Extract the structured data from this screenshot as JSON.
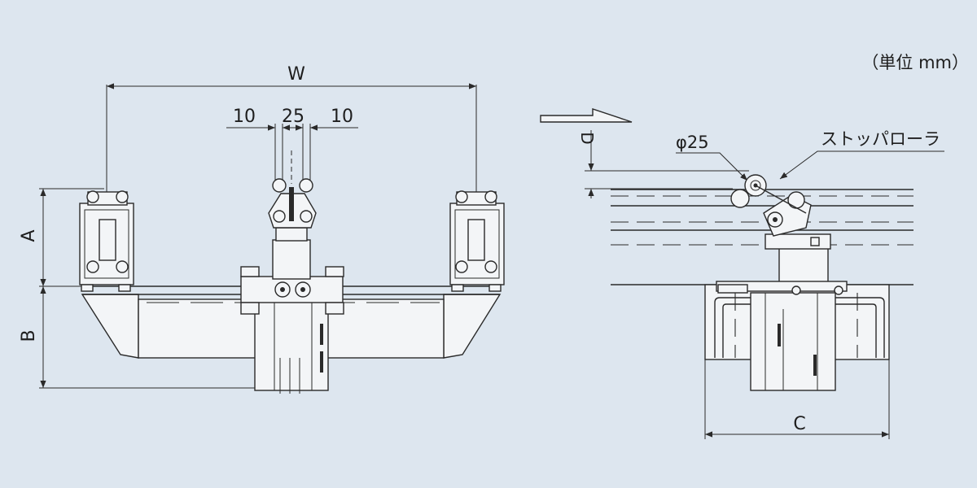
{
  "unit_note": "（単位 mm）",
  "front_view": {
    "width_label": "W",
    "dim_left": "10",
    "dim_center": "25",
    "dim_right": "10",
    "height_a_label": "A",
    "height_b_label": "B"
  },
  "side_view": {
    "depth_label": "D",
    "diameter_label": "φ25",
    "stopper_roller_label": "ストッパローラ",
    "width_c_label": "C"
  }
}
